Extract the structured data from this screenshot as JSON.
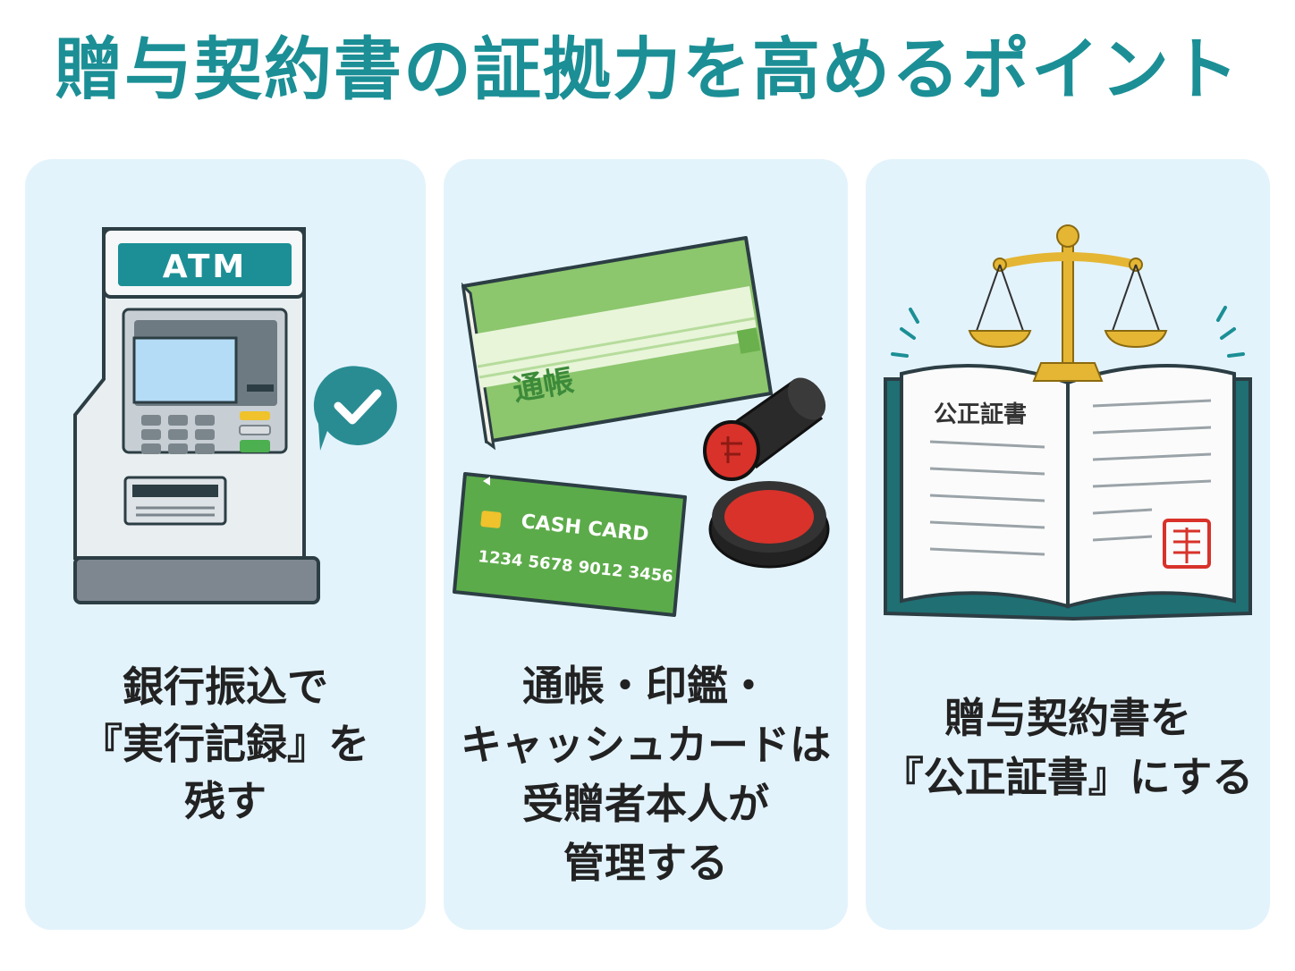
{
  "title": "贈与契約書の証拠力を高めるポイント",
  "colors": {
    "accent": "#1b8f95",
    "card_bg": "#e3f3fc",
    "passbook_green": "#8cc66d",
    "card_green": "#5cab4a",
    "seal_red": "#d8322a"
  },
  "cards": [
    {
      "illustration": {
        "atm_label": "ATM",
        "icons": [
          "atm-machine",
          "check-bubble-icon"
        ]
      },
      "caption_lines": [
        "銀行振込で",
        "『実行記録』を",
        "残す"
      ]
    },
    {
      "illustration": {
        "passbook_label": "通帳",
        "cash_card_label": "CASH CARD",
        "cash_card_number": "1234 5678 9012 3456",
        "icons": [
          "passbook",
          "cash-card",
          "hanko-seal",
          "ink-pad"
        ]
      },
      "caption_lines": [
        "通帳・印鑑・",
        "キャッシュカードは",
        "受贈者本人が",
        "管理する"
      ]
    },
    {
      "illustration": {
        "document_label": "公正証書",
        "icons": [
          "scales-of-justice-icon",
          "open-book",
          "official-seal"
        ]
      },
      "caption_lines": [
        "贈与契約書を",
        "『公正証書』にする"
      ]
    }
  ]
}
